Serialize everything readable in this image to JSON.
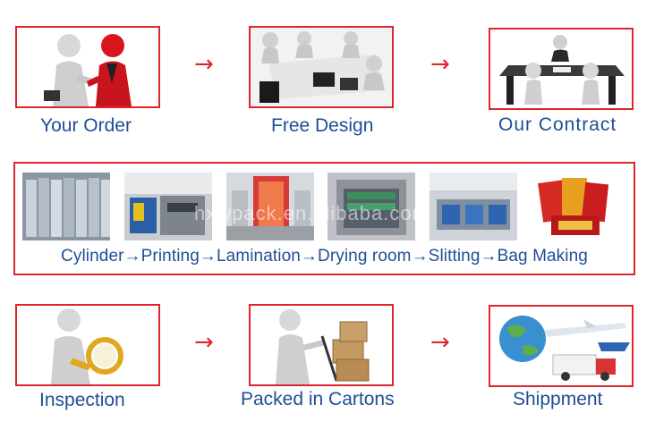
{
  "steps_top": [
    {
      "label": "Your Order"
    },
    {
      "label": "Free Design"
    },
    {
      "label": "Our Contract"
    }
  ],
  "process": {
    "line": "Cylinder→Printing→Lamination→Drying room→Slitting→Bag Making",
    "watermark": "hxwpack.en.alibaba.com"
  },
  "steps_bottom": [
    {
      "label": "Inspection"
    },
    {
      "label": "Packed in Cartons"
    },
    {
      "label": "Shippment"
    }
  ],
  "arrow_glyph": "→",
  "colors": {
    "accent": "#e0242b",
    "text": "#1f4e96"
  }
}
